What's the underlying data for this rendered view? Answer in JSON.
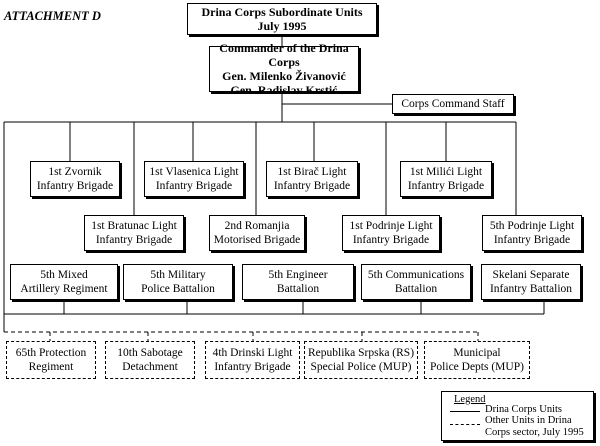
{
  "attachment_label": "ATTACHMENT D",
  "title": {
    "line1": "Drina Corps Subordinate Units",
    "line2": "July 1995"
  },
  "commander": {
    "line1": "Commander of the Drina Corps",
    "line2": "Gen. Milenko Živanović",
    "line3": "Gen. Radislav Krstić"
  },
  "staff": "Corps Command Staff",
  "brigades_row1": [
    {
      "line1": "1st Zvornik",
      "line2": "Infantry Brigade"
    },
    {
      "line1": "1st Vlasenica Light",
      "line2": "Infantry Brigade"
    },
    {
      "line1": "1st Birač Light",
      "line2": "Infantry Brigade"
    },
    {
      "line1": "1st Milići Light",
      "line2": "Infantry Brigade"
    }
  ],
  "brigades_row2": [
    {
      "line1": "1st Bratunac Light",
      "line2": "Infantry Brigade"
    },
    {
      "line1": "2nd Romanjia",
      "line2": "Motorised Brigade"
    },
    {
      "line1": "1st Podrinje Light",
      "line2": "Infantry Brigade"
    },
    {
      "line1": "5th Podrinje Light",
      "line2": "Infantry Brigade"
    }
  ],
  "support_row": [
    {
      "line1": "5th Mixed",
      "line2": "Artillery Regiment"
    },
    {
      "line1": "5th Military",
      "line2": "Police Battalion"
    },
    {
      "line1": "5th Engineer",
      "line2": "Battalion"
    },
    {
      "line1": "5th Communications",
      "line2": "Battalion"
    },
    {
      "line1": "Skelani Separate",
      "line2": "Infantry Battalion"
    }
  ],
  "other_units": [
    {
      "line1": "65th Protection",
      "line2": "Regiment"
    },
    {
      "line1": "10th Sabotage",
      "line2": "Detachment"
    },
    {
      "line1": "4th Drinski Light",
      "line2": "Infantry Brigade"
    },
    {
      "line1": "Republika Srpska (RS)",
      "line2": "Special Police (MUP)"
    },
    {
      "line1": "Municipal",
      "line2": "Police Depts (MUP)"
    }
  ],
  "legend": {
    "title": "Legend",
    "solid": "Drina Corps Units",
    "dashed": "Other Units in Drina Corps sector, July 1995"
  }
}
